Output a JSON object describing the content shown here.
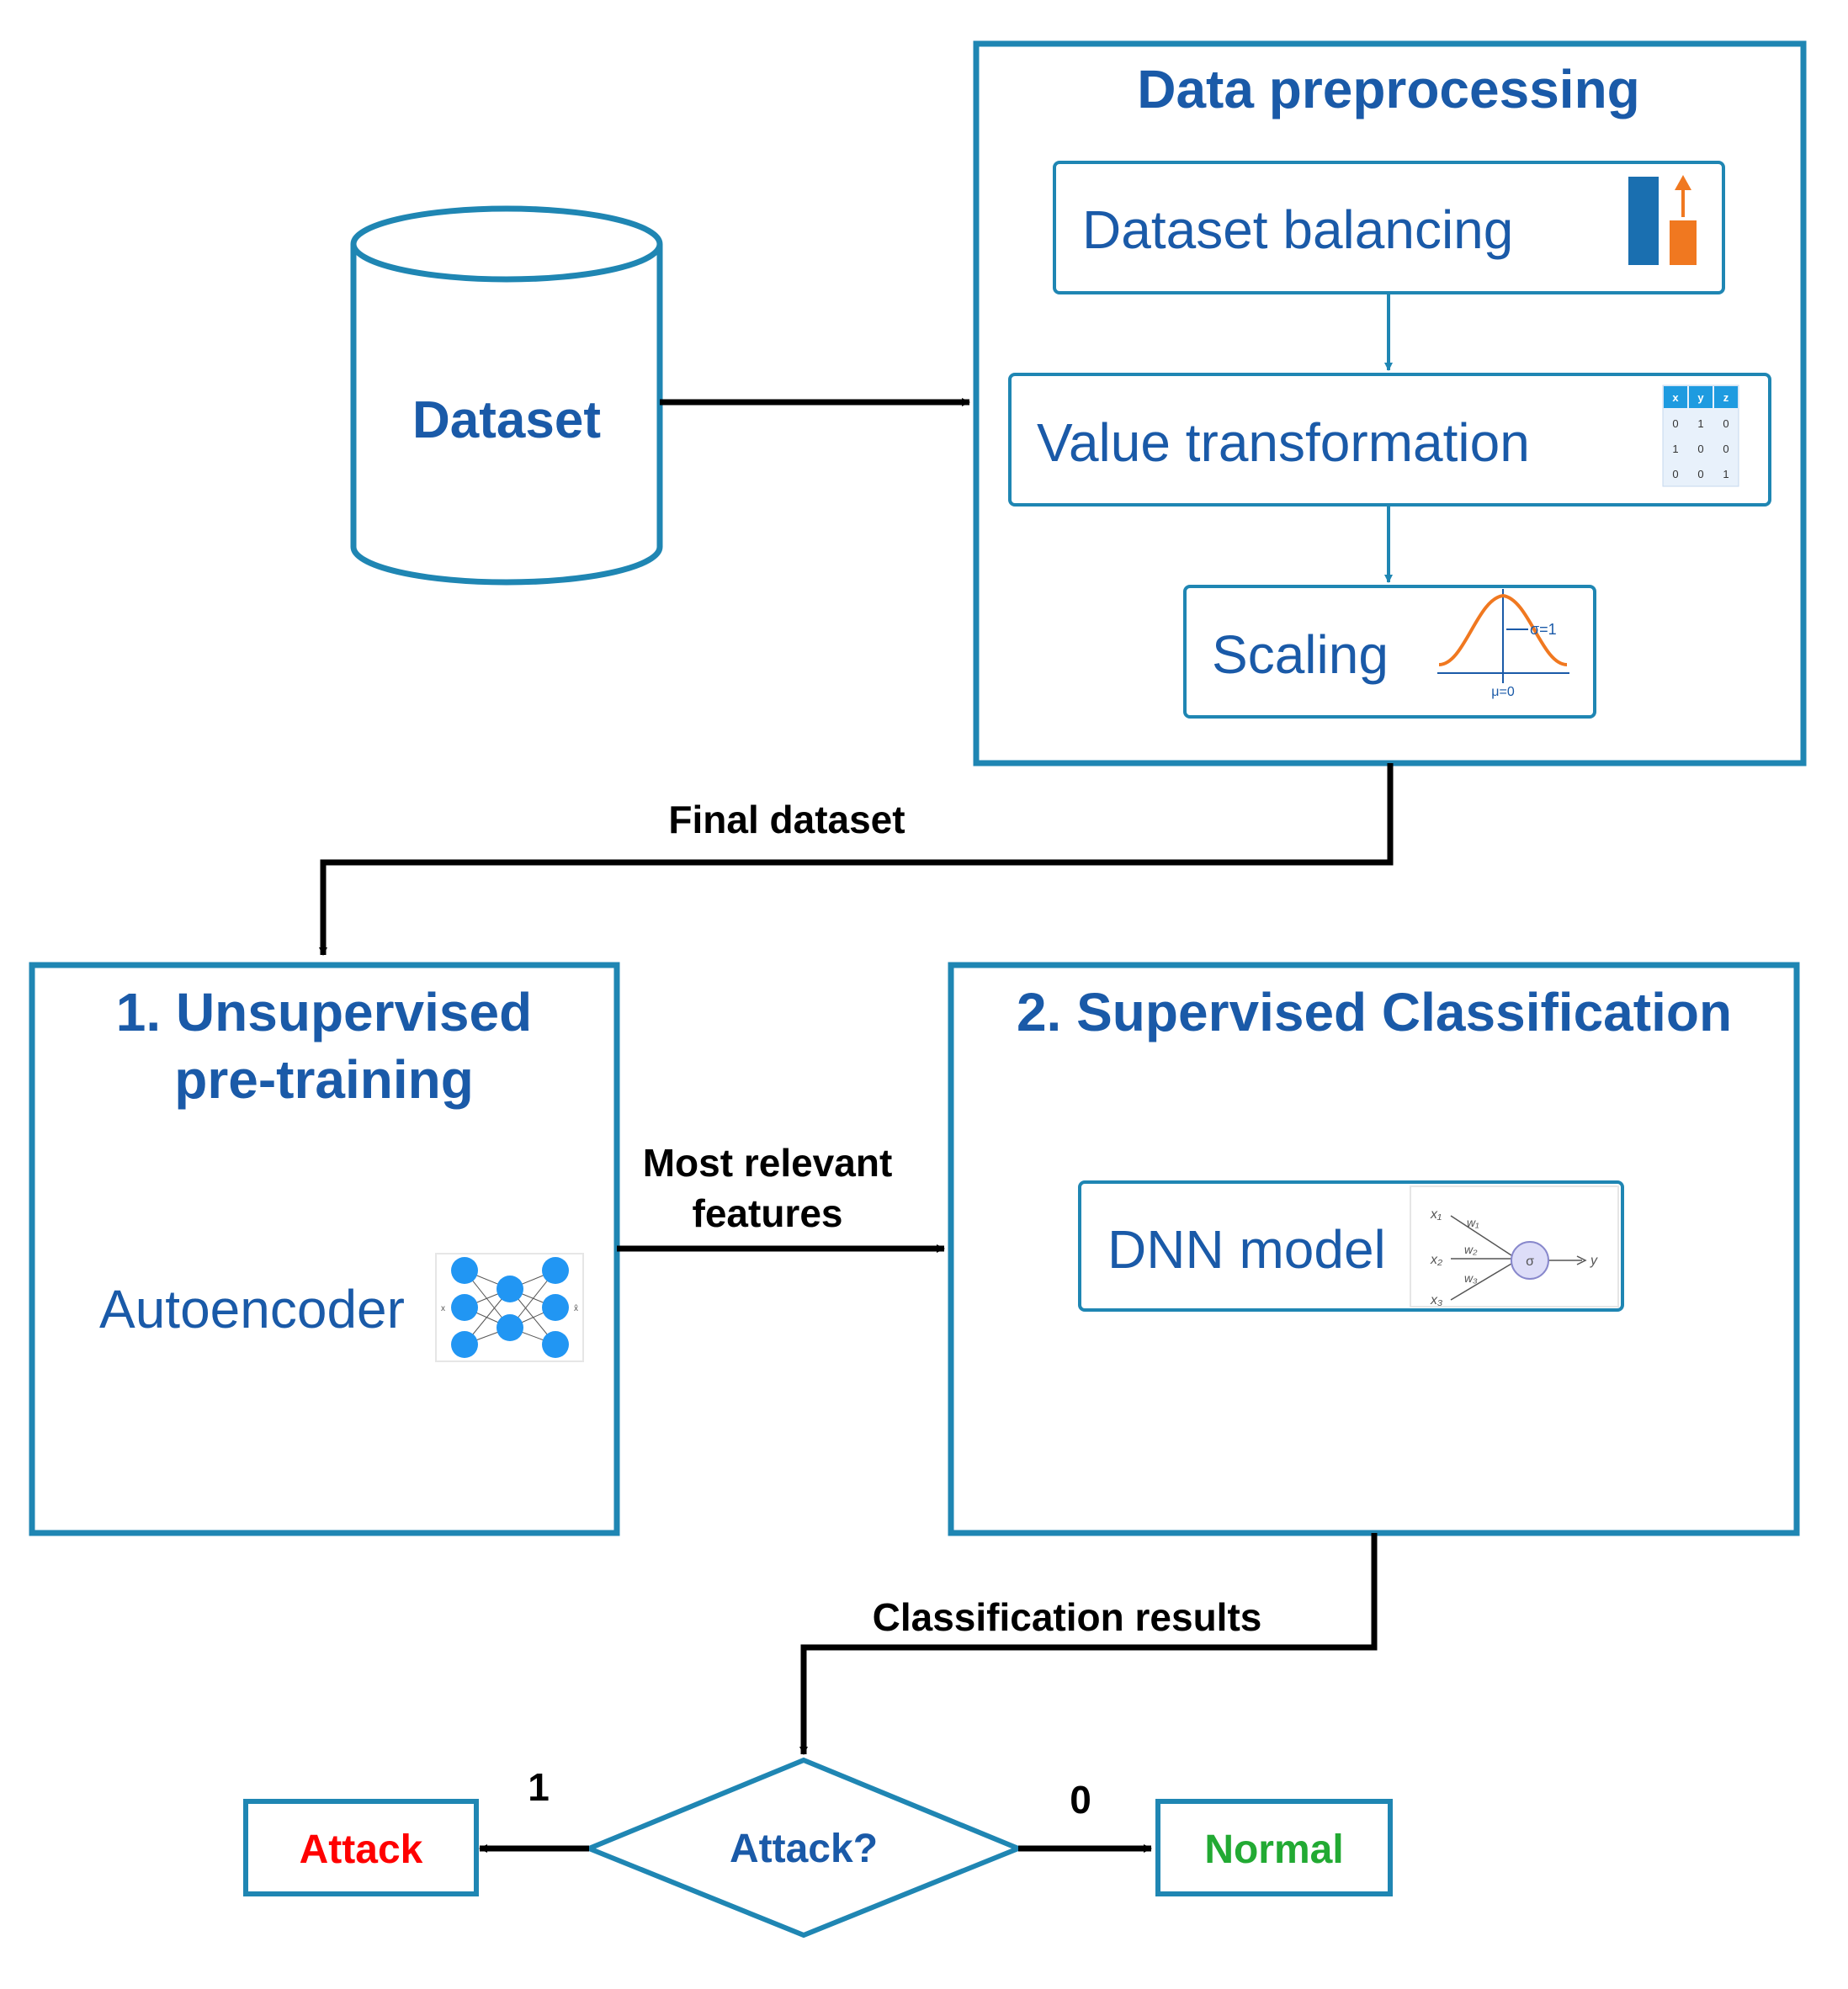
{
  "dataset": {
    "label": "Dataset"
  },
  "preprocessing": {
    "title": "Data preprocessing",
    "steps": {
      "balancing": "Dataset balancing",
      "transformation": "Value transformation",
      "scaling": "Scaling"
    },
    "matrix_icon": {
      "header": [
        "x",
        "y",
        "z"
      ],
      "rows": [
        [
          "0",
          "1",
          "0"
        ],
        [
          "1",
          "0",
          "0"
        ],
        [
          "0",
          "0",
          "1"
        ]
      ]
    },
    "scaling_icon": {
      "sigma": "σ=1",
      "mu": "μ=0"
    }
  },
  "edges": {
    "final_dataset": "Final dataset",
    "most_relevant_1": "Most relevant",
    "most_relevant_2": "features",
    "classification_results": "Classification results",
    "one": "1",
    "zero": "0"
  },
  "unsupervised": {
    "title_1": "1. Unsupervised",
    "title_2": "pre-training",
    "autoencoder": "Autoencoder",
    "ae_io": {
      "in": "x",
      "out": "x̂"
    }
  },
  "supervised": {
    "title": "2. Supervised Classification",
    "dnn": "DNN model",
    "neuron_icon": {
      "inputs": [
        "x₁",
        "x₂",
        "x₃"
      ],
      "weights": [
        "w₁",
        "w₂",
        "w₃"
      ],
      "activation": "σ",
      "output": "y"
    }
  },
  "decision": {
    "label": "Attack?"
  },
  "outcomes": {
    "attack": "Attack",
    "normal": "Normal"
  },
  "colors": {
    "frame": "#1f86b3",
    "title": "#1a5aa8",
    "text_blue": "#1a5aa8",
    "arrow": "#000000",
    "attack": "#ff0000",
    "normal": "#22aa33",
    "bar_blue": "#1a6fb0",
    "bar_orange": "#f07820",
    "node_blue": "#2196f3"
  }
}
